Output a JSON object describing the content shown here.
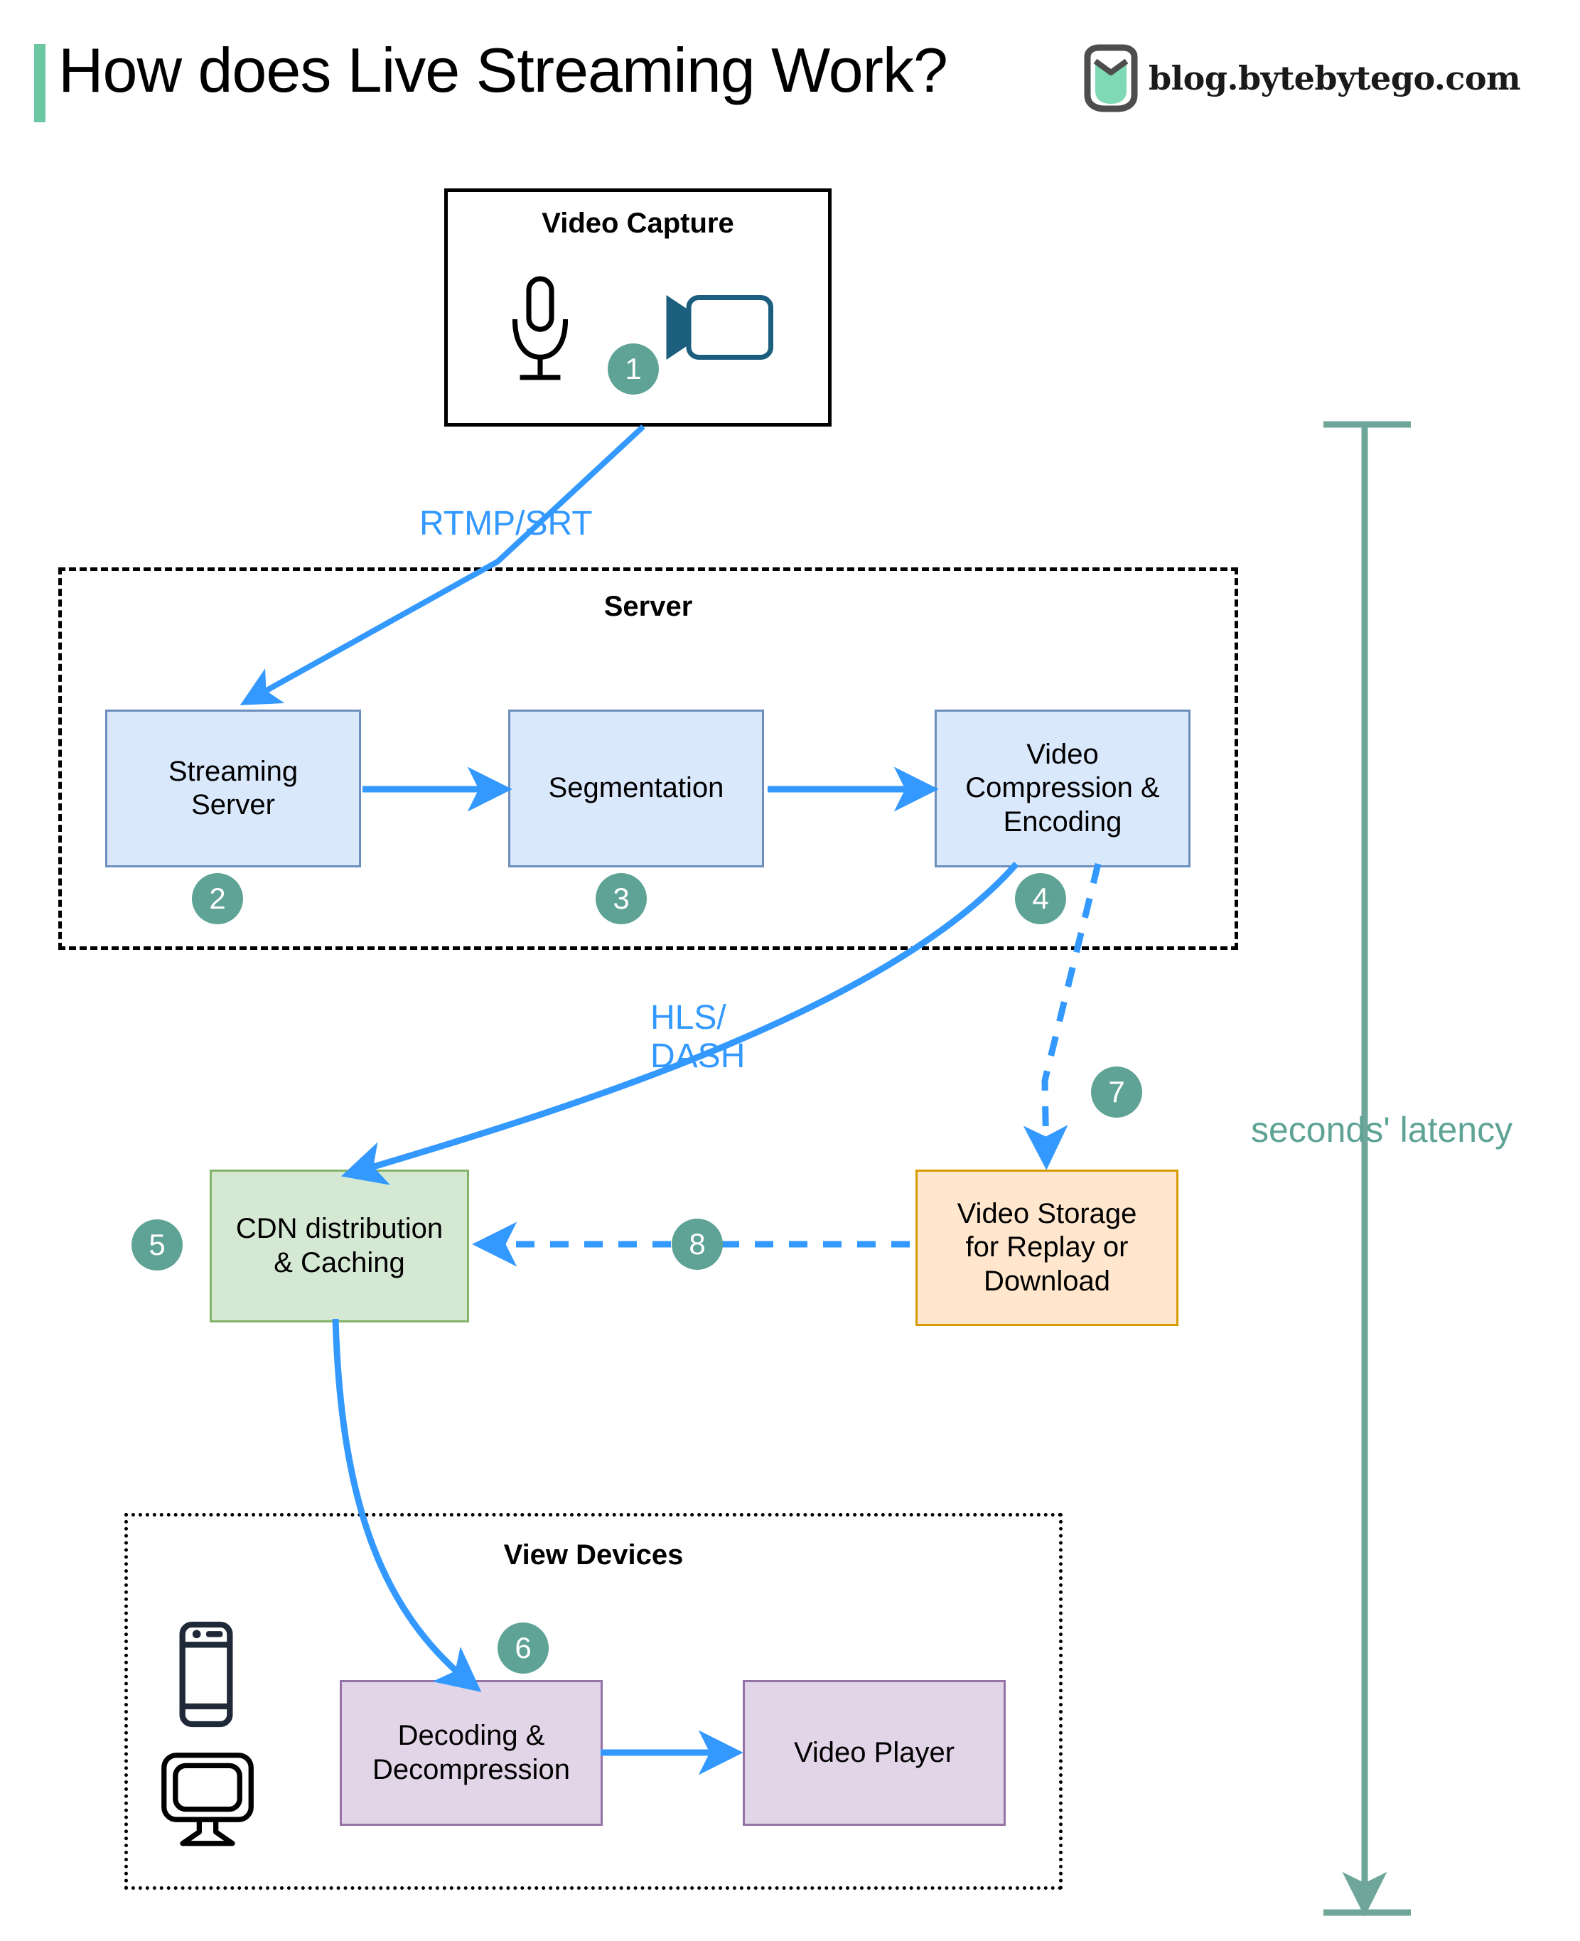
{
  "header": {
    "title": "How does Live Streaming Work?",
    "brand_text": "blog.bytebytego.com",
    "logo_icon": "bytebytego-logo-icon",
    "accent_color": "#6cc8a2"
  },
  "colors": {
    "badge": "#5ea395",
    "arrow_blue": "#3399ff",
    "latency_teal": "#5ea395",
    "box_blue_fill": "#dae8fc",
    "box_blue_border": "#6c8ebf",
    "box_green_fill": "#d5e8d4",
    "box_green_border": "#82b366",
    "box_orange_fill": "#ffe6cc",
    "box_orange_border": "#d79b00",
    "box_purple_fill": "#e1d5e7",
    "box_purple_border": "#9673a6"
  },
  "groups": {
    "capture": {
      "title": "Video Capture"
    },
    "server": {
      "title": "Server"
    },
    "view_devices": {
      "title": "View Devices"
    }
  },
  "nodes": {
    "streaming_server": "Streaming\nServer",
    "segmentation": "Segmentation",
    "video_compression": "Video\nCompression &\nEncoding",
    "cdn": "CDN distribution\n& Caching",
    "video_storage": "Video Storage\nfor Replay or\nDownload",
    "decoding": "Decoding &\nDecompression",
    "video_player": "Video Player"
  },
  "badges": {
    "one": "1",
    "two": "2",
    "three": "3",
    "four": "4",
    "five": "5",
    "six": "6",
    "seven": "7",
    "eight": "8"
  },
  "edge_labels": {
    "rtmp_srt": "RTMP/SRT",
    "hls_line1": "HLS/",
    "hls_line2": "DASH"
  },
  "latency": {
    "label": "seconds' latency"
  },
  "icons": {
    "microphone": "microphone-icon",
    "video_camera": "video-camera-icon",
    "phone": "mobile-phone-icon",
    "monitor": "desktop-monitor-icon"
  }
}
